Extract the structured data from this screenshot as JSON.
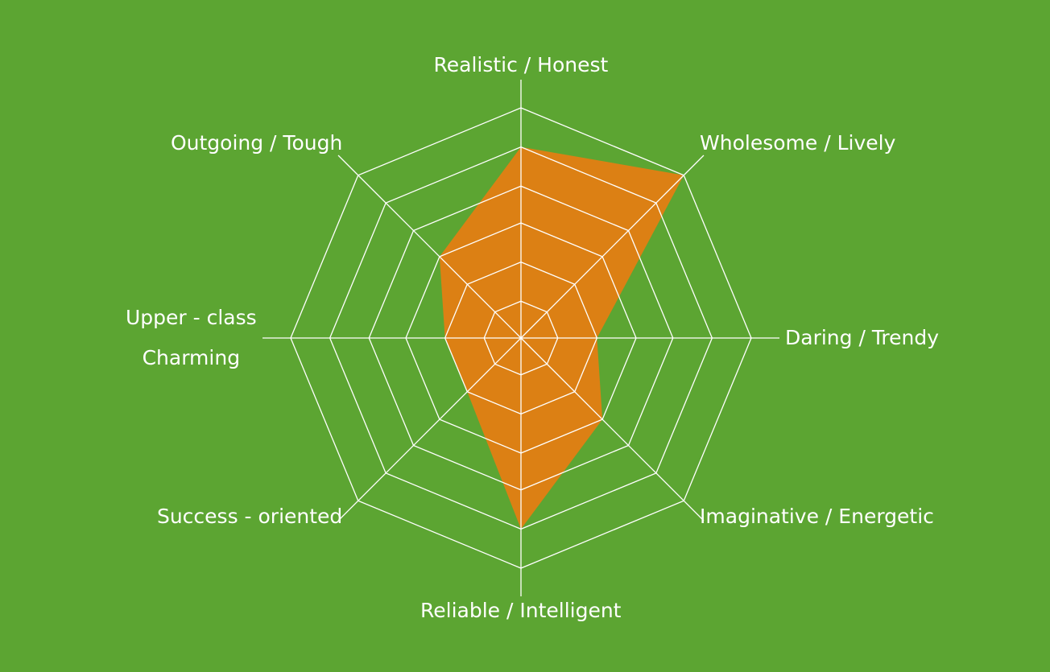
{
  "colors": {
    "background": "#5ca532",
    "grid": "#ffffff",
    "fill": "#dc8014"
  },
  "chart_data": {
    "type": "radar",
    "title": "",
    "axes": [
      "Realistic / Honest",
      "Wholesome / Lively",
      "Daring / Trendy",
      "Imaginative / Energetic",
      "Reliable / Intelligent",
      "Success - oriented",
      "Upper - class\nCharming",
      "Outgoing / Tough"
    ],
    "axis_label_lines": [
      [
        "Realistic / Honest"
      ],
      [
        "Wholesome / Lively"
      ],
      [
        "Daring / Trendy"
      ],
      [
        "Imaginative / Energetic"
      ],
      [
        "Reliable / Intelligent"
      ],
      [
        "Success - oriented"
      ],
      [
        "Upper - class",
        "Charming"
      ],
      [
        "Outgoing / Tough"
      ]
    ],
    "rlim": [
      0,
      6
    ],
    "rings": 6,
    "grid": true,
    "series": [
      {
        "values": [
          5,
          6,
          2,
          3,
          5,
          2,
          2,
          3
        ]
      }
    ]
  }
}
